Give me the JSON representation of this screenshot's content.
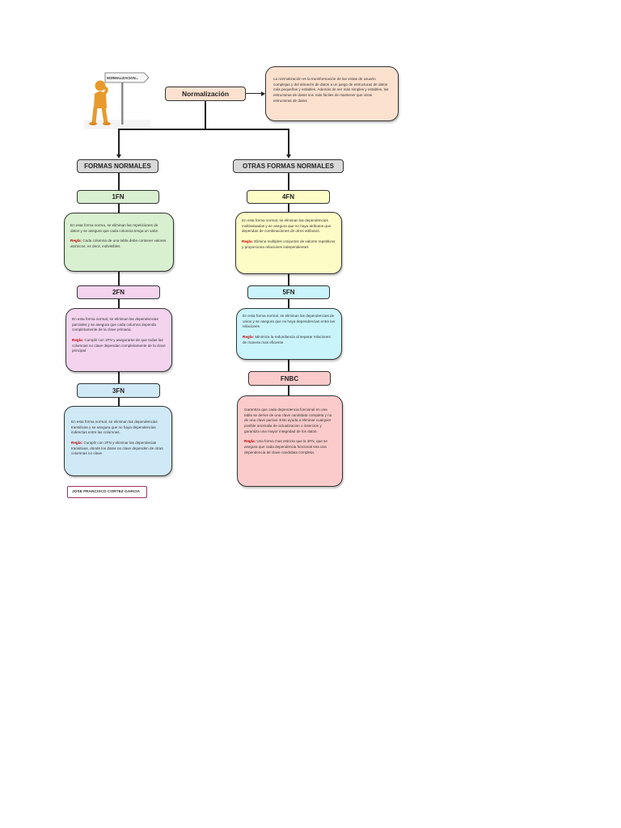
{
  "figure": {
    "sign_text": "NORMALIZACION..."
  },
  "root": {
    "title": "Normalización",
    "definition": "La normalización es la transformación de las vistas de usuario complejas y del almacén de datos a un juego de estructuras de datos más pequeñas y estables. Además de ser más simples y estables, las estructuras de datos son más fáciles de mantener que otras estructuras de datos"
  },
  "branches": {
    "left": "FORMAS NORMALES",
    "right": "OTRAS FORMAS NORMALES"
  },
  "forms": {
    "fn1": {
      "title": "1FN",
      "text": "En esta forma norma, se eliminan las repeticiones de datos y se asegura que cada columna tenga un valor.",
      "rule_label": "Regla:",
      "rule": "Cada columna de una tabla debe contener valores atomicos, es decir, indivisibles"
    },
    "fn2": {
      "title": "2FN",
      "text": "En esta forma normal, se eliminan las dependencias parciales y se asegura que cada columna dependa completamente de la clave primaria.",
      "rule_label": "Regla:",
      "rule": "Cumplir con 1FN y asegurarse de que todas las columnas no clave dependan completamente de la clave principal"
    },
    "fn3": {
      "title": "3FN",
      "text": "En esta forma normal, se eliminan las dependencias transitivas y se asegura que no haya dependencias indirectas entre las columnas.",
      "rule_label": "Regla:",
      "rule": "Cumplir con 2FN y eliminar las dependecias transitivas, donde los datos no clave dependen de otras columnas no clave"
    },
    "fn4": {
      "title": "4FN",
      "text": "En esta forma normal, se eliminan las dependencias multivaluadas y se asegura que no haya atributos que dependan de combinaciones de otros atributos.",
      "rule_label": "Regla:",
      "rule": "Elimina multiples conjuntos de valores repetitivos y proporciona relaciones independientes"
    },
    "fn5": {
      "title": "5FN",
      "text": "En esta forma normal, se eliminan las dependencias de union y se asegura que no haya dependencias entre las relaciones",
      "rule_label": "Regla:",
      "rule": "Minimiza la redundancia al separar relaciones de manera mas eficiente"
    },
    "fnbc": {
      "title": "FNBC",
      "text": "Garantiza que cada dependencia funcional en una tabla se derive de una clave candidata completa y no de una clave parcial. Esto ayuda a eliminar cualquier posible anomalia de actualizacion o insercion y garantiza una mayor integridad de los datos.",
      "rule_label": "Regla:",
      "rule": "Una forma mas estricta que la 3FN, que se asegura que cada dependencia funcional sea una dependencia de clave candidata completa."
    }
  },
  "author": "JOSE FRANCISCO CORTEZ GARCIA",
  "colors": {
    "root_fill": "#fde1cf",
    "branch_fill": "#d9d9d9",
    "fn1": "#d8f0cf",
    "fn2": "#f3d3ee",
    "fn3": "#cfe9f7",
    "fn4": "#fdfcc6",
    "fn5": "#c9f4fb",
    "fnbc": "#fbcbcb",
    "author_border": "#a0306d"
  }
}
